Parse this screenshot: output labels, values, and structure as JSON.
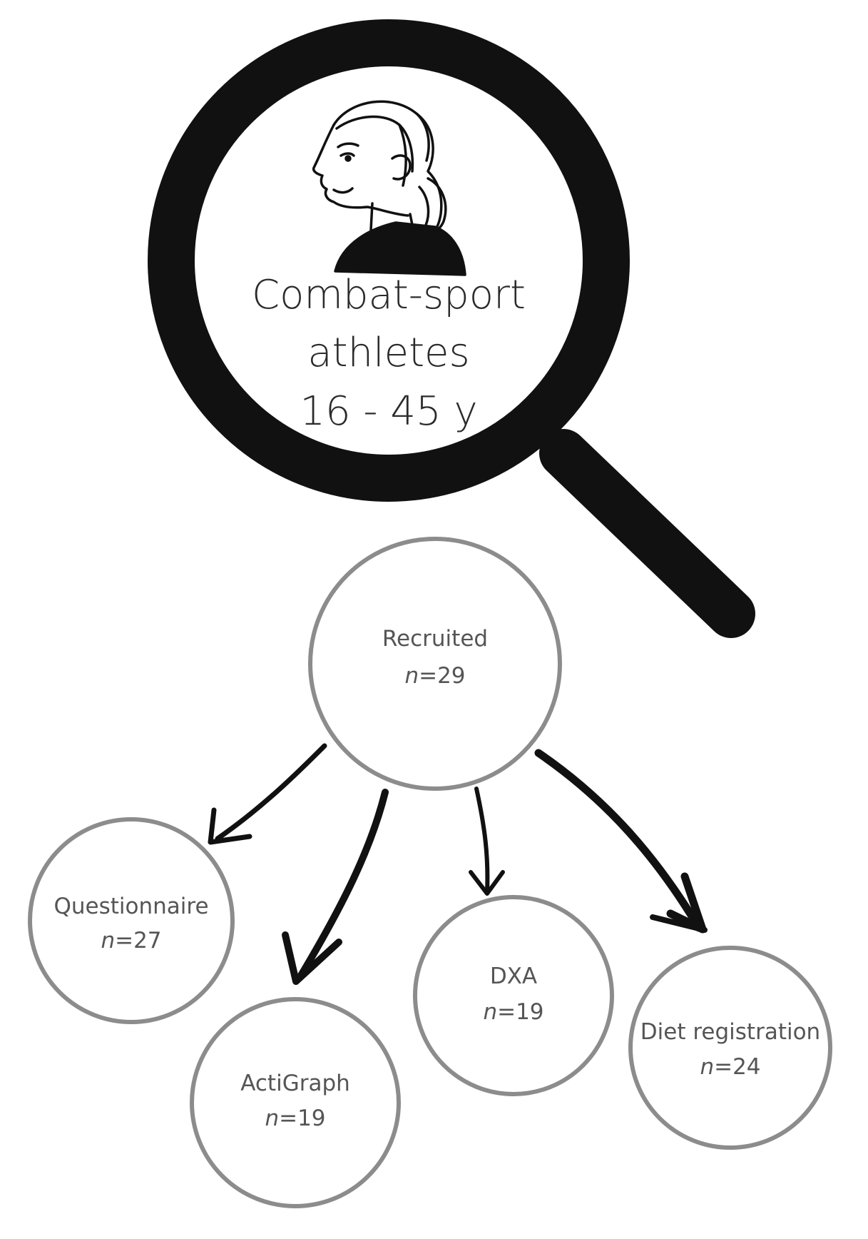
{
  "magnifier": {
    "lines": [
      "Combat-sport",
      "athletes",
      "16 - 45 y"
    ],
    "icons": [
      "magnifying-glass-icon",
      "female-athlete-portrait-icon"
    ]
  },
  "nodes": {
    "recruited": {
      "label": "Recruited",
      "n_prefix": "n",
      "count": "=29"
    },
    "questionnaire": {
      "label": "Questionnaire",
      "n_prefix": "n",
      "count": "=27"
    },
    "actigraph": {
      "label": "ActiGraph",
      "n_prefix": "n",
      "count": "=19"
    },
    "dxa": {
      "label": "DXA",
      "n_prefix": "n",
      "count": "=19"
    },
    "diet": {
      "label": "Diet registration",
      "n_prefix": "n",
      "count": "=24"
    }
  },
  "colors": {
    "ink": "#111111",
    "node_border": "#8c8c8c",
    "node_text": "#555555"
  }
}
